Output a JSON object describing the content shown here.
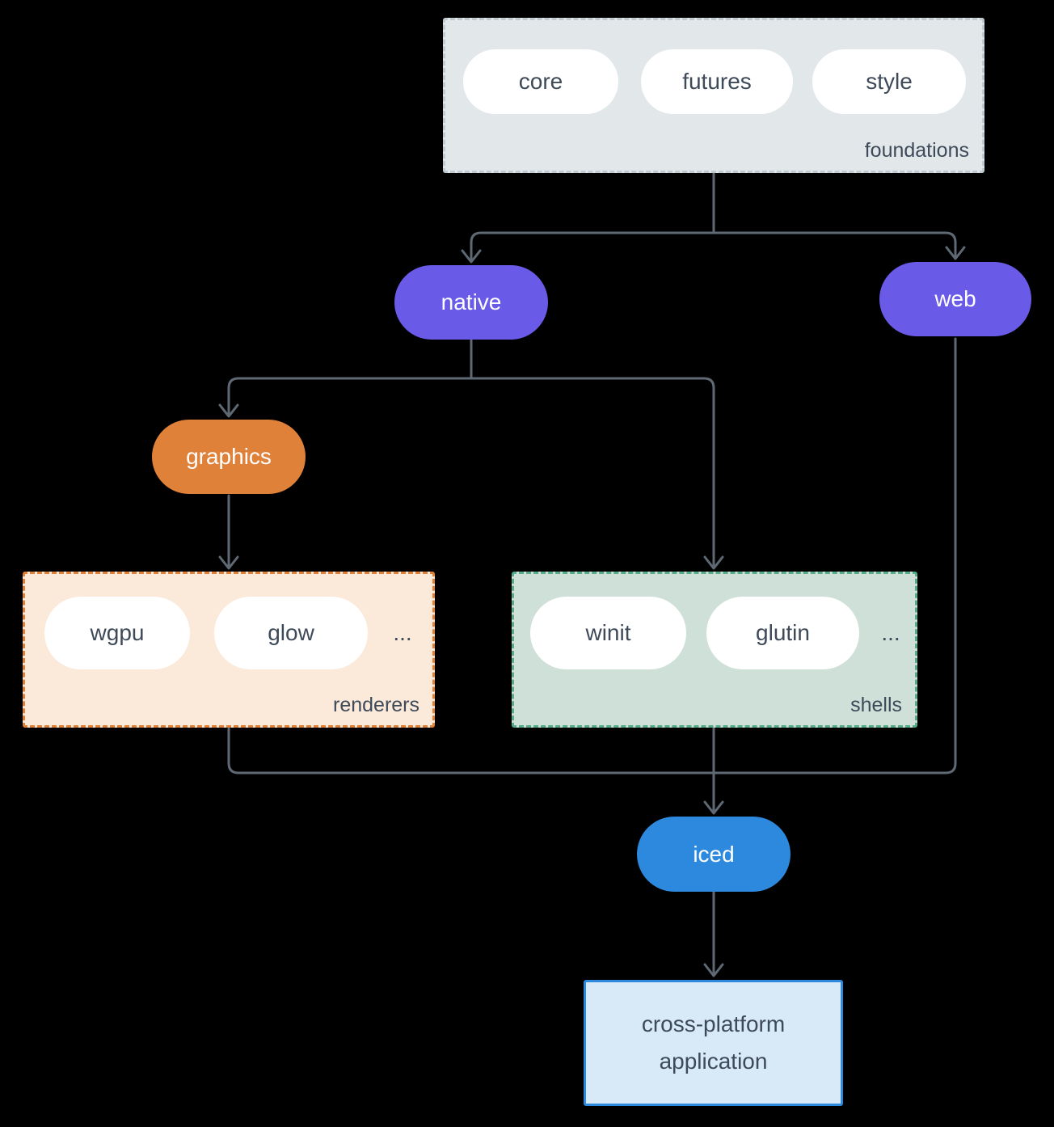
{
  "diagram": {
    "foundations": {
      "label": "foundations",
      "items": [
        "core",
        "futures",
        "style"
      ]
    },
    "native": {
      "label": "native"
    },
    "web": {
      "label": "web"
    },
    "graphics": {
      "label": "graphics"
    },
    "renderers": {
      "label": "renderers",
      "items": [
        "wgpu",
        "glow"
      ],
      "more": "..."
    },
    "shells": {
      "label": "shells",
      "items": [
        "winit",
        "glutin"
      ],
      "more": "..."
    },
    "iced": {
      "label": "iced"
    },
    "application": {
      "label": "cross-platform application"
    }
  },
  "colors": {
    "background": "#000000",
    "foundations_fill": "#e2e7e9",
    "foundations_border": "#c0cbd1",
    "pill_fill": "#ffffff",
    "pill_text": "#3e4a59",
    "accent_purple": "#6a5ae8",
    "accent_orange": "#e0813a",
    "renderers_fill": "#fbe9da",
    "shells_fill": "#cfe0d9",
    "shells_border": "#55ab8a",
    "accent_blue": "#2d89dd",
    "application_fill": "#d8e9f8",
    "arrow": "#5f6974"
  }
}
